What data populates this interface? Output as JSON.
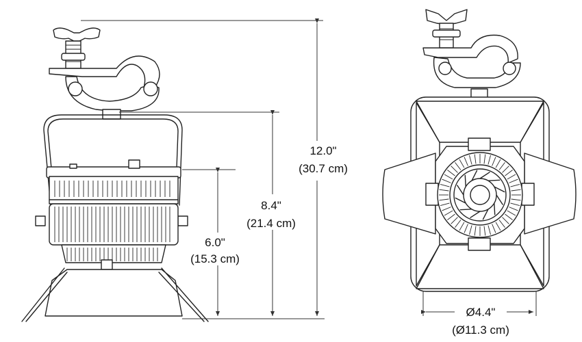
{
  "dimensions": {
    "overall_height": {
      "in": "12.0\"",
      "cm": "(30.7 cm)"
    },
    "body_height": {
      "in": "8.4\"",
      "cm": "(21.4 cm)"
    },
    "housing_height": {
      "in": "6.0\"",
      "cm": "(15.3 cm)"
    },
    "lens_diameter": {
      "in": "Ø4.4\"",
      "cm": "(Ø11.3 cm)"
    }
  },
  "colors": {
    "line": "#222222",
    "background": "#ffffff"
  },
  "views": [
    "side-view",
    "front-view"
  ]
}
